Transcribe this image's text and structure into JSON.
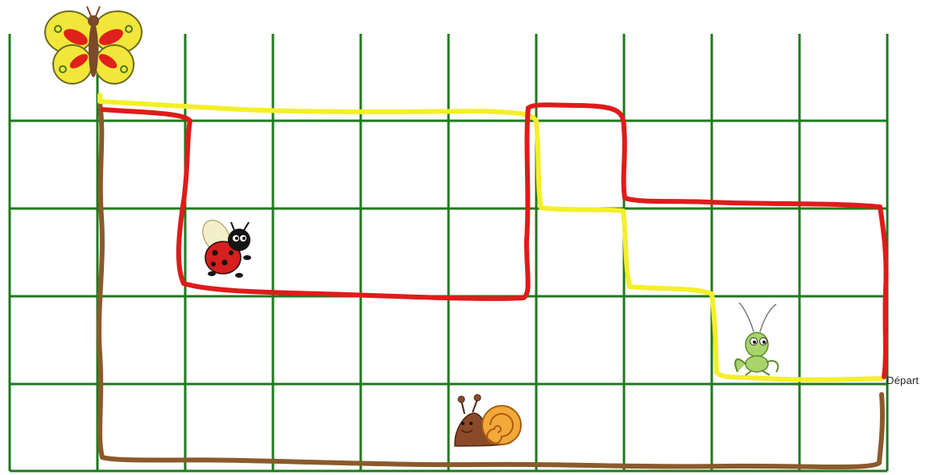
{
  "start_label": "Départ",
  "colors": {
    "grid": "#1f7a1f",
    "path_red": "#e01b1b",
    "path_yellow": "#f4ef2a",
    "path_brown": "#8b5a2b",
    "background": "#ffffff"
  },
  "characters": [
    {
      "name": "butterfly",
      "icon": "butterfly-icon"
    },
    {
      "name": "ladybug",
      "icon": "ladybug-icon"
    },
    {
      "name": "grasshopper",
      "icon": "grasshopper-icon"
    },
    {
      "name": "snail",
      "icon": "snail-icon"
    }
  ],
  "paths": [
    {
      "color": "red",
      "from": "grasshopper",
      "to": "butterfly"
    },
    {
      "color": "yellow",
      "from": "grasshopper",
      "to": "butterfly"
    },
    {
      "color": "brown",
      "from": "grasshopper",
      "to": "butterfly"
    }
  ]
}
